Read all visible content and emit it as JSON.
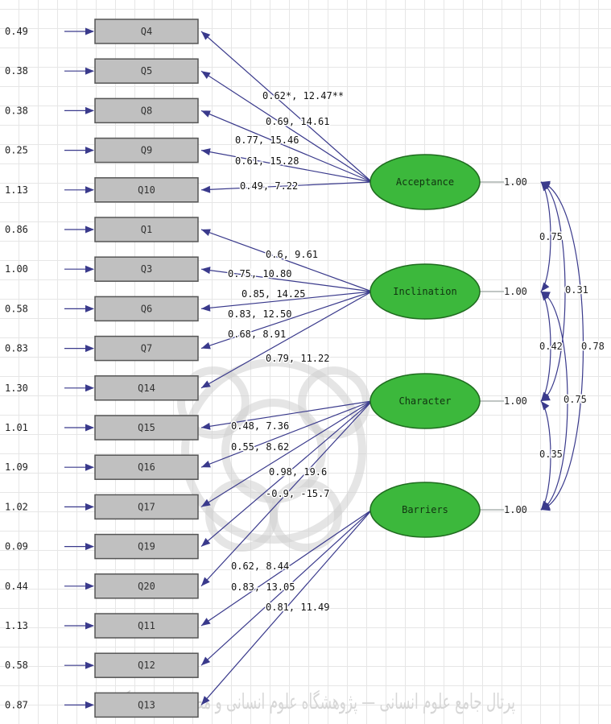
{
  "indicators": [
    {
      "name": "Q4",
      "error": "0.49"
    },
    {
      "name": "Q5",
      "error": "0.38"
    },
    {
      "name": "Q8",
      "error": "0.38"
    },
    {
      "name": "Q9",
      "error": "0.25"
    },
    {
      "name": "Q10",
      "error": "1.13"
    },
    {
      "name": "Q1",
      "error": "0.86"
    },
    {
      "name": "Q3",
      "error": "1.00"
    },
    {
      "name": "Q6",
      "error": "0.58"
    },
    {
      "name": "Q7",
      "error": "0.83"
    },
    {
      "name": "Q14",
      "error": "1.30"
    },
    {
      "name": "Q15",
      "error": "1.01"
    },
    {
      "name": "Q16",
      "error": "1.09"
    },
    {
      "name": "Q17",
      "error": "1.02"
    },
    {
      "name": "Q19",
      "error": "0.09"
    },
    {
      "name": "Q20",
      "error": "0.44"
    },
    {
      "name": "Q11",
      "error": "1.13"
    },
    {
      "name": "Q12",
      "error": "0.58"
    },
    {
      "name": "Q13",
      "error": "0.87"
    }
  ],
  "latents": [
    {
      "name": "Acceptance",
      "variance": "1.00"
    },
    {
      "name": "Inclination",
      "variance": "1.00"
    },
    {
      "name": "Character",
      "variance": "1.00"
    },
    {
      "name": "Barriers",
      "variance": "1.00"
    }
  ],
  "loadings": [
    {
      "latent": 0,
      "indicator": 0,
      "label": "0.62*, 12.47**"
    },
    {
      "latent": 0,
      "indicator": 1,
      "label": "0.69, 14.61"
    },
    {
      "latent": 0,
      "indicator": 2,
      "label": "0.77, 15.46"
    },
    {
      "latent": 0,
      "indicator": 3,
      "label": "0.61, 15.28"
    },
    {
      "latent": 0,
      "indicator": 4,
      "label": "0.49, 7.22"
    },
    {
      "latent": 1,
      "indicator": 5,
      "label": "0.6, 9.61"
    },
    {
      "latent": 1,
      "indicator": 6,
      "label": "0.75, 10.80"
    },
    {
      "latent": 1,
      "indicator": 7,
      "label": "0.85, 14.25"
    },
    {
      "latent": 1,
      "indicator": 8,
      "label": "0.83, 12.50"
    },
    {
      "latent": 1,
      "indicator": 9,
      "label": "0.68, 8.91"
    },
    {
      "latent": 2,
      "indicator": 10,
      "label": "0.79, 11.22"
    },
    {
      "latent": 2,
      "indicator": 11,
      "label": "0.48, 7.36"
    },
    {
      "latent": 2,
      "indicator": 12,
      "label": "0.55, 8.62"
    },
    {
      "latent": 2,
      "indicator": 13,
      "label": "0.98, 19.6"
    },
    {
      "latent": 2,
      "indicator": 14,
      "label": "-0.9, -15.7"
    },
    {
      "latent": 3,
      "indicator": 15,
      "label": "0.62, 8.44"
    },
    {
      "latent": 3,
      "indicator": 16,
      "label": "0.83, 13.05"
    },
    {
      "latent": 3,
      "indicator": 17,
      "label": "0.81, 11.49"
    }
  ],
  "covariances": [
    {
      "from": 0,
      "to": 1,
      "label": "0.75"
    },
    {
      "from": 0,
      "to": 2,
      "label": "0.31"
    },
    {
      "from": 1,
      "to": 2,
      "label": "0.42"
    },
    {
      "from": 0,
      "to": 3,
      "label": "0.78"
    },
    {
      "from": 1,
      "to": 3,
      "label": "0.75"
    },
    {
      "from": 2,
      "to": 3,
      "label": "0.35"
    }
  ],
  "watermark_text": "پرتال جامع علوم انسانی — پژوهشگاه علوم انسانی و مطالعات فرهنگی",
  "colors": {
    "latent_fill": "#3cb83c",
    "box_fill": "#c0c0c0",
    "arrow": "#3a3a8c"
  }
}
